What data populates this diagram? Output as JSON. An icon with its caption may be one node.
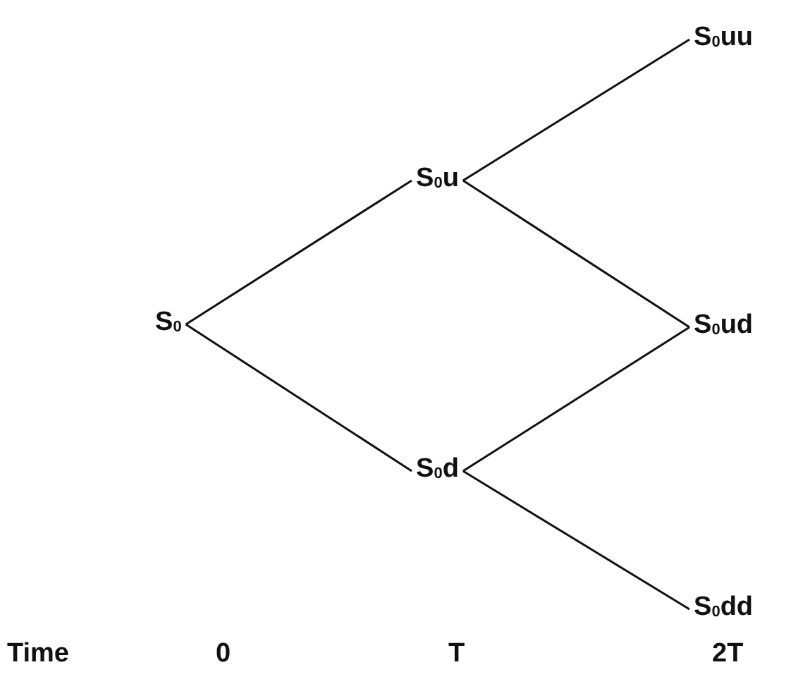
{
  "diagram": {
    "nodes": [
      {
        "text": [
          "S$_{0}$"
        ]
      },
      {
        "text": [
          "S$_{0}$u"
        ]
      },
      {
        "text": [
          "S$_{0}$d"
        ]
      },
      {
        "text": [
          "S$_{0}$uu"
        ]
      },
      {
        "text": [
          "S$_{0}$ud"
        ]
      },
      {
        "text": [
          "S$_{0}$dd"
        ]
      }
    ],
    "edges": [
      {
        "from": 0,
        "to": 1,
        "arrow": "none"
      },
      {
        "from": 0,
        "to": 2,
        "arrow": "none"
      },
      {
        "from": 1,
        "to": 3,
        "arrow": "none"
      },
      {
        "from": 1,
        "to": 4,
        "arrow": "none"
      },
      {
        "from": 2,
        "to": 4,
        "arrow": "none"
      },
      {
        "from": 2,
        "to": 5,
        "arrow": "none"
      }
    ],
    "labels": [
      "Time",
      "0",
      "T",
      "2T"
    ]
  }
}
